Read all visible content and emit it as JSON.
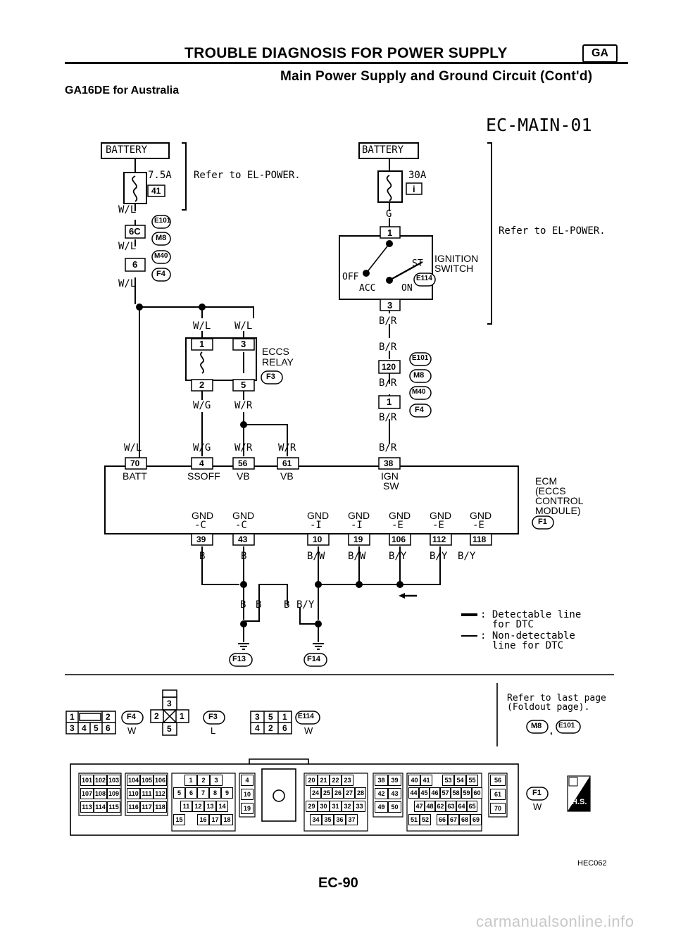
{
  "header": {
    "title": "TROUBLE DIAGNOSIS FOR POWER SUPPLY",
    "section_badge": "GA",
    "subtitle": "Main Power Supply and Ground Circuit (Cont'd)",
    "engine": "GA16DE for Australia",
    "diagram_id": "EC-MAIN-01"
  },
  "left_power": {
    "battery": "BATTERY",
    "fuse_rating": "7.5A",
    "fuse_number": "41",
    "refer": "Refer to EL-POWER.",
    "wires": [
      "W/L",
      "W/L",
      "W/L"
    ],
    "connectors": [
      "E101",
      "M8",
      "M40",
      "F4"
    ],
    "pins": [
      "6C",
      "6"
    ]
  },
  "right_power": {
    "battery": "BATTERY",
    "fusible_link": "30A",
    "link_id": "i",
    "wire_g": "G",
    "pin_1": "1",
    "switch_positions": [
      "OFF",
      "ACC",
      "ON",
      "ST"
    ],
    "switch_name": [
      "IGNITION",
      "SWITCH"
    ],
    "switch_connector": "E114",
    "pin_3": "3",
    "refer": "Refer to EL-POWER.",
    "wires": [
      "B/R",
      "B/R",
      "B/R",
      "B/R",
      "B/R"
    ],
    "pins": [
      "120",
      "1"
    ],
    "connectors": [
      "E101",
      "M8",
      "M40",
      "F4"
    ]
  },
  "relay": {
    "name": [
      "ECCS",
      "RELAY"
    ],
    "connector": "F3",
    "pins": [
      "1",
      "3",
      "2",
      "5"
    ],
    "top_wires": [
      "W/L",
      "W/L"
    ],
    "bottom_wires": [
      "W/G",
      "W/R"
    ]
  },
  "ecm": {
    "label": [
      "ECM",
      "(ECCS",
      "CONTROL",
      "MODULE)"
    ],
    "connector": "F1",
    "top_wires": [
      "W/L",
      "W/G",
      "W/R",
      "W/R",
      "B/R"
    ],
    "top_pins": [
      "70",
      "4",
      "56",
      "61",
      "38"
    ],
    "top_terms": [
      "BATT",
      "SSOFF",
      "VB",
      "VB",
      "IGN"
    ],
    "ign_sub": "SW",
    "gnd_terms": [
      "GND",
      "GND",
      "GND",
      "GND",
      "GND",
      "GND",
      "GND"
    ],
    "gnd_sub": [
      "-C",
      "-C",
      "-I",
      "-I",
      "-E",
      "-E",
      "-E"
    ],
    "gnd_pins": [
      "39",
      "43",
      "10",
      "19",
      "106",
      "112",
      "118"
    ],
    "gnd_wires": [
      "B",
      "B",
      "B/W",
      "B/W",
      "B/Y",
      "B/Y",
      "B/Y"
    ]
  },
  "grounds": {
    "wires": [
      "B",
      "B",
      "B",
      "B/Y"
    ],
    "points": [
      "F13",
      "F14"
    ]
  },
  "legend": {
    "detectable": "Detectable line",
    "detectable2": "for DTC",
    "non_detectable": "Non-detectable",
    "non_detectable2": "line for DTC"
  },
  "connectors_row": {
    "c1": {
      "top": [
        "1",
        "",
        "2"
      ],
      "bottom": [
        "3",
        "4",
        "5",
        "6"
      ],
      "id": "F4",
      "color": "W"
    },
    "c2": {
      "top": [
        "3"
      ],
      "mid": [
        "2",
        "1"
      ],
      "bottom": [
        "5"
      ],
      "id": "F3",
      "color": "L"
    },
    "c3": {
      "top": [
        "3",
        "5",
        "1"
      ],
      "bottom": [
        "4",
        "2",
        "6"
      ],
      "id": "E114",
      "color": "W"
    },
    "refer": "Refer to last page",
    "refer2": "(Foldout page).",
    "refer_ids": [
      "M8",
      "E101"
    ],
    "refer_sep": ","
  },
  "ecm_connector": {
    "block1": [
      [
        "101",
        "102",
        "103"
      ],
      [
        "107",
        "108",
        "109"
      ],
      [
        "113",
        "114",
        "115"
      ]
    ],
    "block2": [
      [
        "104",
        "105",
        "106"
      ],
      [
        "110",
        "111",
        "112"
      ],
      [
        "116",
        "117",
        "118"
      ]
    ],
    "block3_r1": [
      "1",
      "2",
      "3"
    ],
    "block3_r2": [
      "5",
      "6",
      "7",
      "8",
      "9"
    ],
    "block3_r3": [
      "11",
      "12",
      "13",
      "14"
    ],
    "block3_r4": [
      "15",
      "16",
      "17",
      "18"
    ],
    "block4": [
      "4",
      "10",
      "19"
    ],
    "block5_r1": [
      "20",
      "21",
      "22",
      "23"
    ],
    "block5_r2": [
      "24",
      "25",
      "26",
      "27",
      "28"
    ],
    "block5_r3": [
      "29",
      "30",
      "31",
      "32",
      "33"
    ],
    "block5_r4": [
      "34",
      "35",
      "36",
      "37"
    ],
    "block6": [
      [
        "38",
        "39"
      ],
      [
        "42",
        "43"
      ],
      [
        "49",
        "50"
      ]
    ],
    "block7_r1": [
      "40",
      "41"
    ],
    "block7_r1b": [
      "53",
      "54",
      "55"
    ],
    "block7_r2": [
      "44",
      "45",
      "46",
      "57",
      "58",
      "59",
      "60"
    ],
    "block7_r3": [
      "47",
      "48",
      "62",
      "63",
      "64",
      "65"
    ],
    "block7_r4": [
      "51",
      "52"
    ],
    "block7_r4b": [
      "66",
      "67",
      "68",
      "69"
    ],
    "block8": [
      "56",
      "61",
      "70"
    ],
    "id": "F1",
    "color": "W",
    "hs": "H.S."
  },
  "footer": {
    "code": "HEC062",
    "page": "EC-90",
    "watermark": "carmanualsonline.info"
  }
}
